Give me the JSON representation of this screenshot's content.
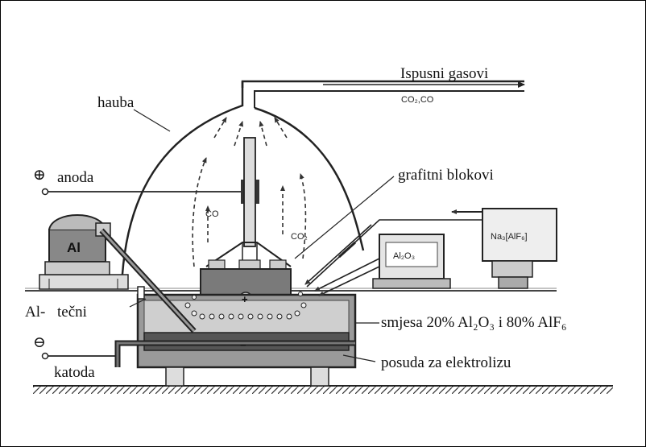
{
  "labels": {
    "exhaust": "Ispusni gasovi",
    "exhaust_gases": "CO₂,CO",
    "hood": "hauba",
    "anode": "anoda",
    "graphite": "grafitni blokovi",
    "al_prefix": "Al-",
    "liquid": "tečni",
    "mixture": "smjesa 20% Al₂O₃ i 80% AlF₆",
    "cathode": "katoda",
    "vessel": "posuda za elektrolizu",
    "co": "CO",
    "co2": "CO₂",
    "al_tank": "Al",
    "al2o3_box": "Al₂O₃",
    "cryolite_box": "Na₃[AlF₆]"
  },
  "signs": {
    "plus": "+",
    "minus": "−",
    "anode_terminal": "⊕",
    "cathode_terminal": "⊖"
  }
}
